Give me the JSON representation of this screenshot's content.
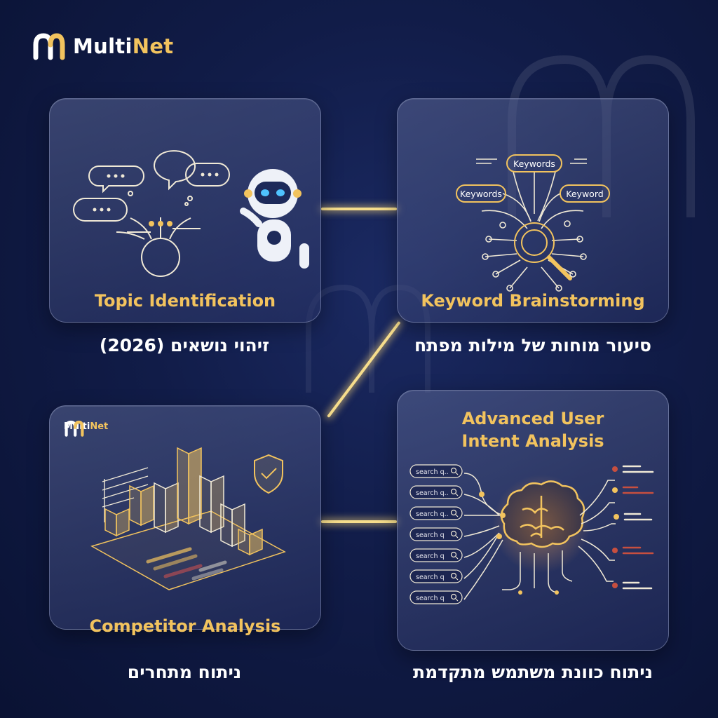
{
  "brand": {
    "name_part1": "Multi",
    "name_part2": "Net"
  },
  "cards": {
    "topic": {
      "title": "Topic Identification",
      "caption": "זיהוי נושאים (2026)"
    },
    "keyword": {
      "title": "Keyword Brainstorming",
      "caption": "סיעור מוחות של מילות מפתח",
      "tags": [
        "Keywords",
        "Keywords",
        "Keyword"
      ]
    },
    "competitor": {
      "title": "Competitor Analysis",
      "caption": "ניתוח מתחרים",
      "mini_logo": {
        "name_part1": "Multi",
        "name_part2": "Net"
      }
    },
    "intent": {
      "title_line1": "Advanced User",
      "title_line2": "Intent Analysis",
      "caption": "ניתוח כוונת משתמש מתקדמת",
      "search_boxes": [
        "search q..",
        "search q..",
        "search q..",
        "search q",
        "search q",
        "search q",
        "search q"
      ]
    }
  },
  "colors": {
    "accent": "#f2c35e",
    "background": "#111c48",
    "connector": "#f6dd8c"
  }
}
